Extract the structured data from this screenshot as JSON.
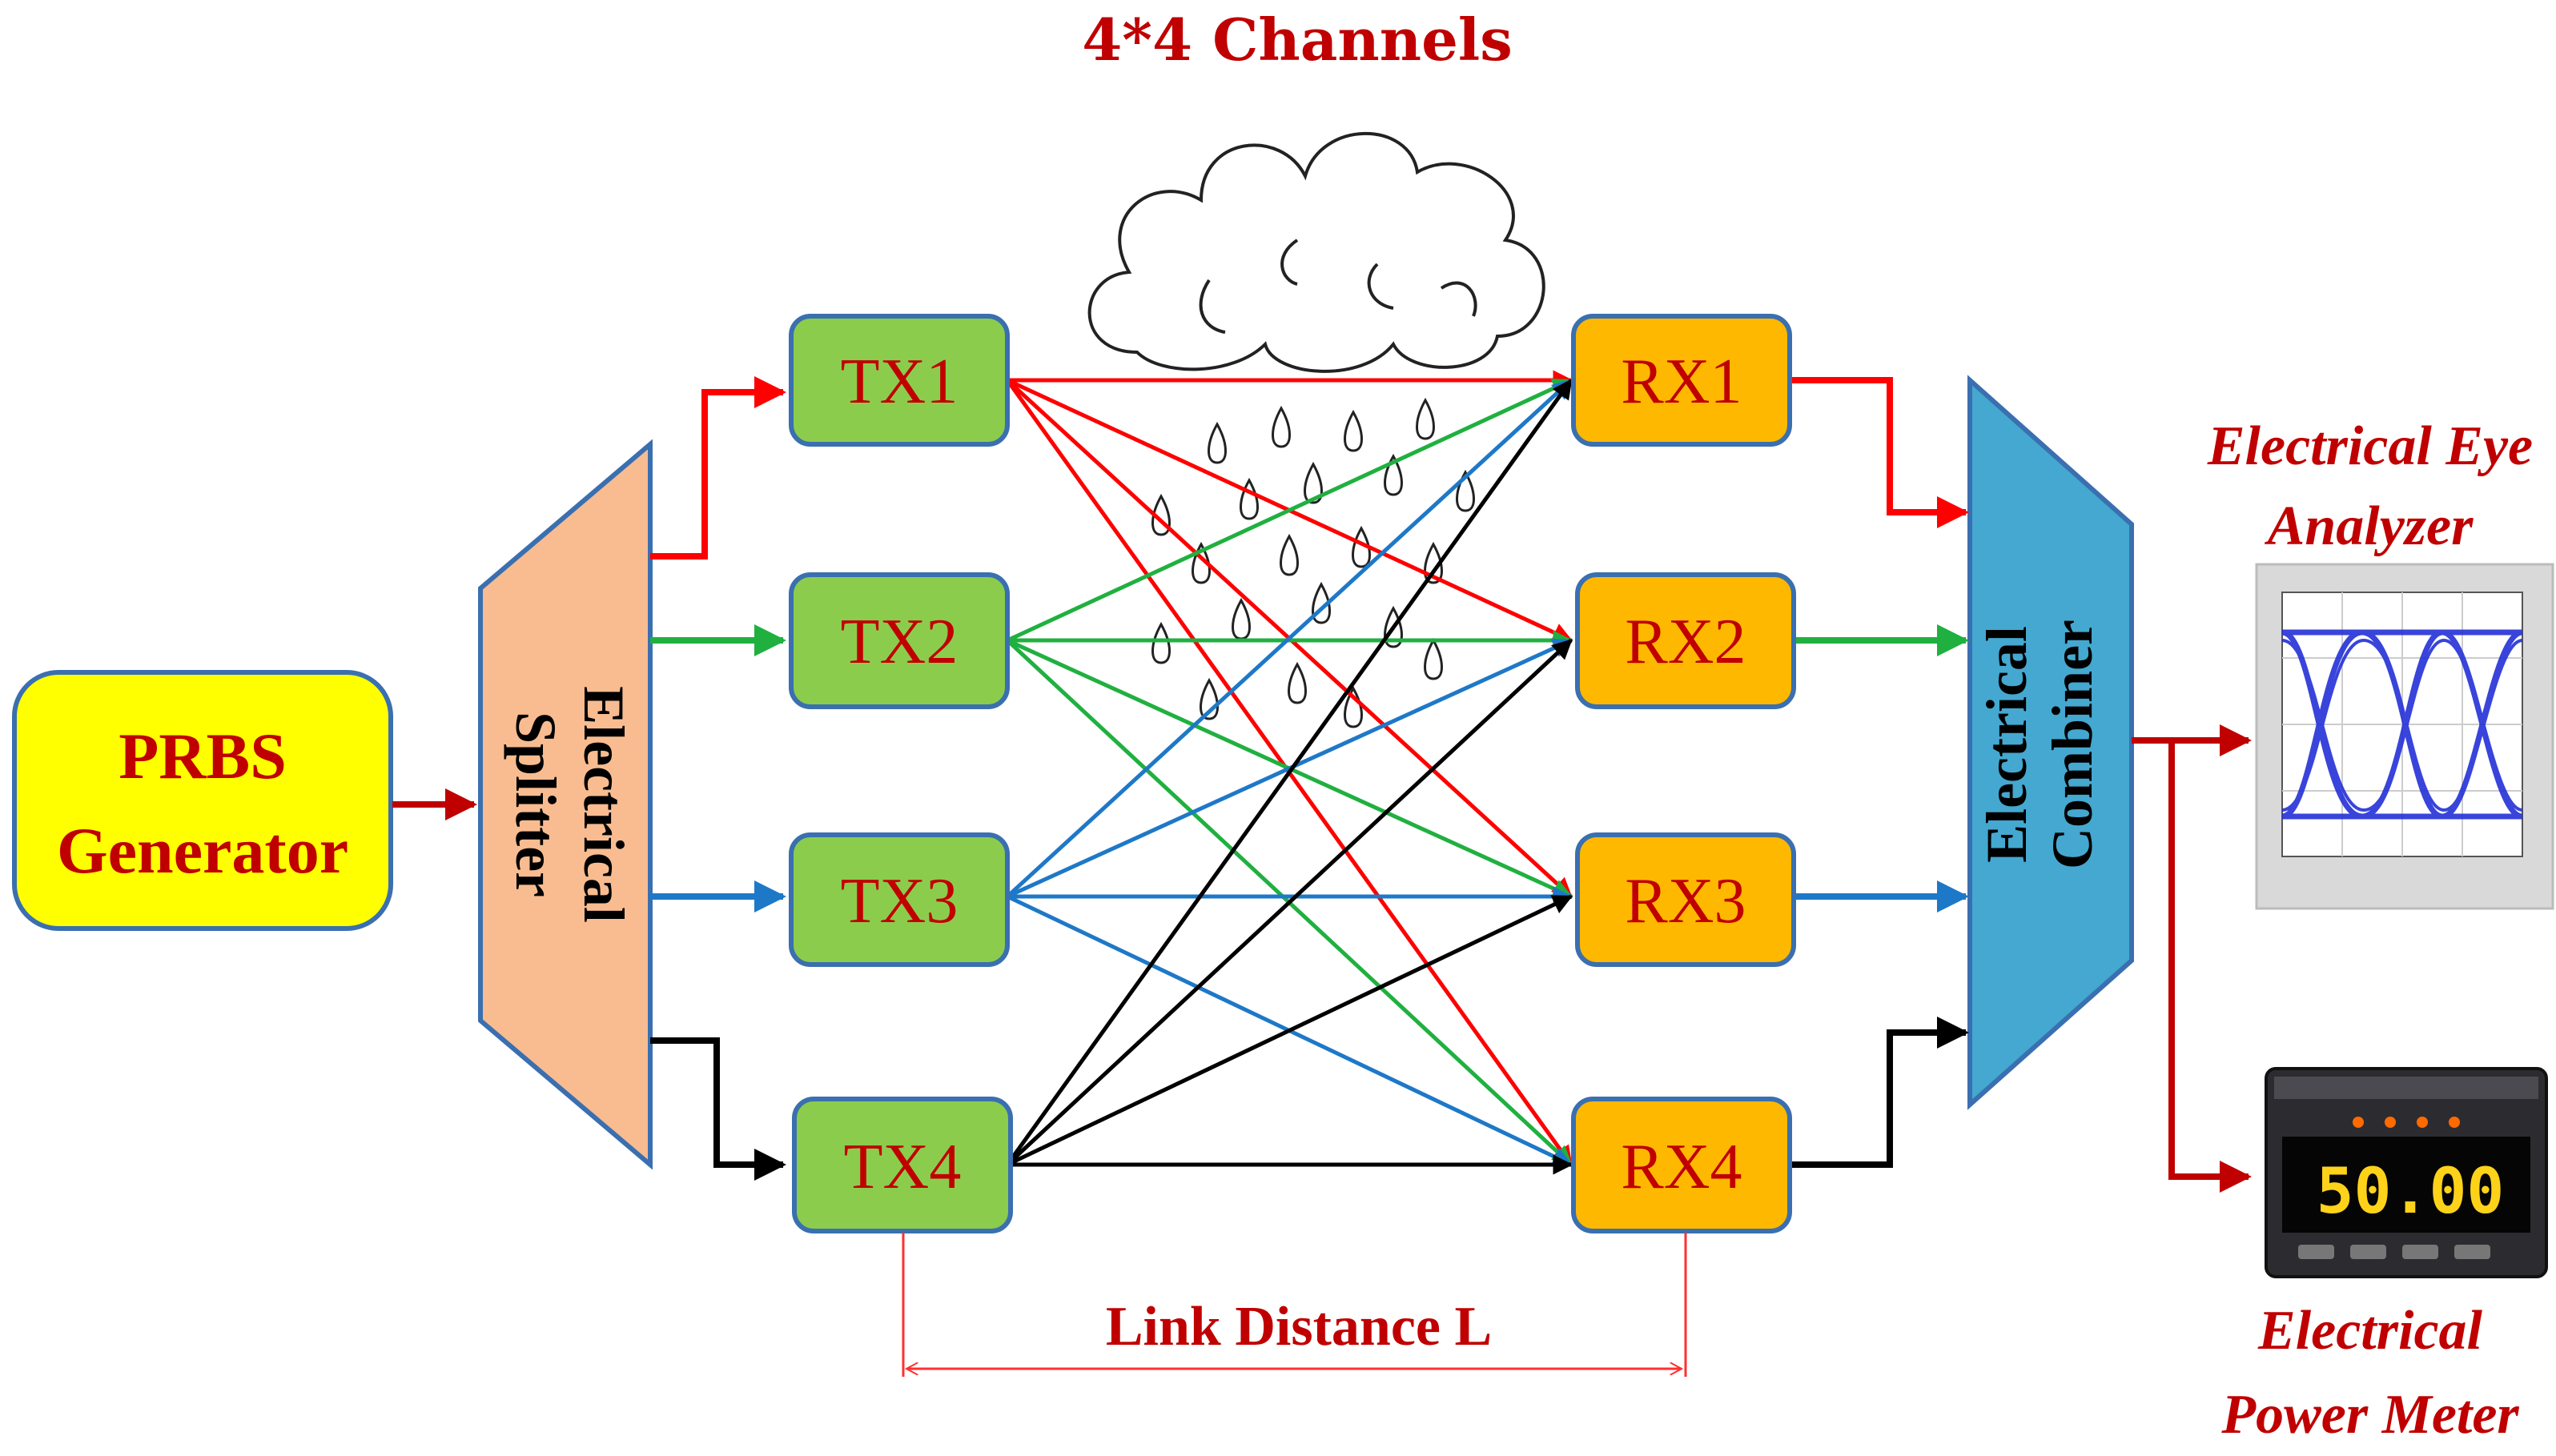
{
  "title": "4*4 Channels",
  "prbs": {
    "line1": "PRBS",
    "line2": "Generator"
  },
  "splitter": {
    "line1": "Electrical",
    "line2": "Splitter"
  },
  "combiner": {
    "line1": "Electrical",
    "line2": "Combiner"
  },
  "transmitters": [
    "TX1",
    "TX2",
    "TX3",
    "TX4"
  ],
  "receivers": [
    "RX1",
    "RX2",
    "RX3",
    "RX4"
  ],
  "link_distance": "Link Distance L",
  "eye_analyzer": {
    "line1": "Electrical Eye",
    "line2": "Analyzer"
  },
  "power_meter": {
    "line1": "Electrical",
    "line2": "Power Meter",
    "display": "50.00"
  },
  "colors": {
    "channel1": "#ff0000",
    "channel2": "#20b040",
    "channel3": "#1e78c8",
    "channel4": "#000000",
    "output": "#c00000",
    "tx_fill": "#8ccc4c",
    "rx_fill": "#ffb800",
    "prbs_fill": "#ffff00",
    "splitter_fill": "#f8bc90",
    "combiner_fill": "#44a8d0"
  }
}
